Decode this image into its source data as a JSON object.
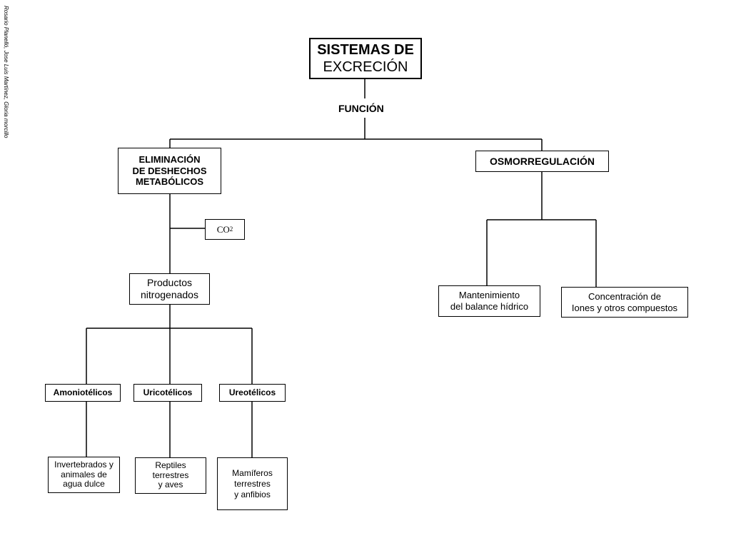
{
  "credit": "Rosario Planelló, Jose Luis Martínez, Gloria morcillo",
  "root": {
    "line1": "SISTEMAS DE",
    "line2": "EXCRECIÓN"
  },
  "funcion": "FUNCIÓN",
  "eliminacion": {
    "line1": "ELIMINACIÓN",
    "line2": "DE DESHECHOS",
    "line3": "METABÓLICOS"
  },
  "osmorregulacion": "OSMORREGULACIÓN",
  "co2": {
    "base": "CO",
    "sub": "2"
  },
  "productos": {
    "line1": "Productos",
    "line2": "nitrogenados"
  },
  "mantenimiento": {
    "line1": "Mantenimiento",
    "line2": "del balance hídrico"
  },
  "concentracion": {
    "line1": "Concentración de",
    "line2": "Iones y otros compuestos"
  },
  "amoniotelicos": "Amoniotélicos",
  "uricotelicos": "Uricotélicos",
  "ureotelicos": "Ureotélicos",
  "invertebrados": {
    "line1": "Invertebrados y",
    "line2": "animales de",
    "line3": "agua dulce"
  },
  "reptiles": {
    "line1": "Reptiles",
    "line2": "terrestres",
    "line3": "y aves"
  },
  "mamiferos": {
    "line1": "Mamíferos",
    "line2": "terrestres",
    "line3": "y anfibios"
  }
}
